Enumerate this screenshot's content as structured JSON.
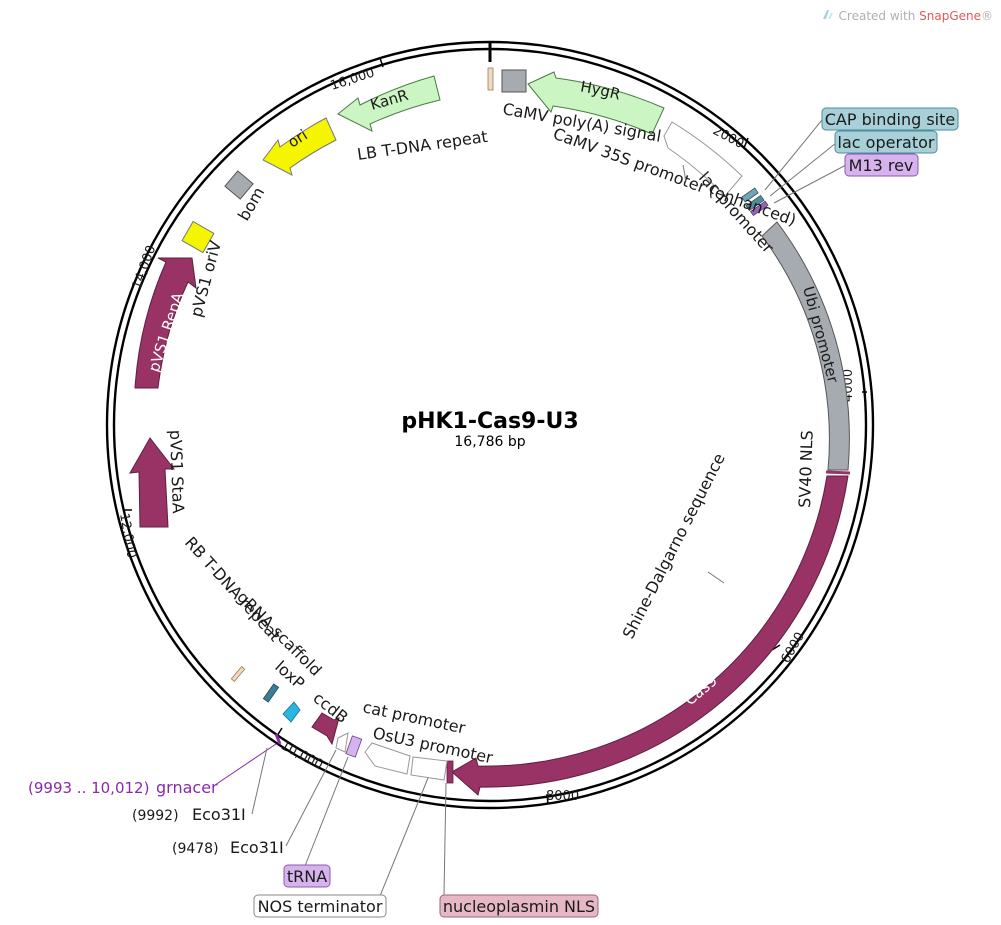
{
  "credit": {
    "prefix": "Created with ",
    "brand": "SnapGene",
    "suffix": "®"
  },
  "plasmid": {
    "name": "pHK1-Cas9-U3",
    "size": "16,786 bp"
  },
  "ticks": [
    "2000",
    "4000",
    "6000",
    "8000",
    "10,000",
    "12,000",
    "14,000",
    "16,000"
  ],
  "features": {
    "hygr": "HygR",
    "cas9": "Cas9",
    "kanr": "KanR",
    "ori": "ori",
    "ccdb": "ccdB",
    "pvs1_repa": "pVS1 RepA",
    "pvs1_staa": "pVS1 StaA",
    "bom": "bom",
    "pvs1_oriv": "pVS1 oriV",
    "lb_repeat": "LB T-DNA repeat",
    "camv_polya": "CaMV poly(A) signal",
    "camv_35s": "CaMV 35S promoter (enhanced)",
    "lac_promoter": "lac promoter",
    "ubi_promoter": "Ubi promoter",
    "sv40_nls": "SV40 NLS",
    "shine_dalgarno": "Shine-Dalgarno sequence",
    "cat_promoter": "cat promoter",
    "osu3_promoter": "OsU3 promoter",
    "loxp": "loxP",
    "gRNA_scaffold": "gRNA scaffold",
    "rb_repeat": "RB T-DNA repeat"
  },
  "boxed_labels": {
    "cap_site": "CAP binding site",
    "lac_operator": "lac operator",
    "m13_rev": "M13 rev",
    "trna": "tRNA",
    "nos_terminator": "NOS terminator",
    "nucleoplasmin_nls": "nucleoplasmin NLS"
  },
  "sites": {
    "grnacer_range": "(9993 .. 10,012)",
    "grnacer": "grnacer",
    "eco31i_a_pos": "(9992)",
    "eco31i_a": "Eco31I",
    "eco31i_b_pos": "(9478)",
    "eco31i_b": "Eco31I"
  },
  "colors": {
    "hygr": "#ccf5c4",
    "kanr": "#ccf5c4",
    "ori": "#f5f500",
    "magenta": "#993366",
    "grey": "#a6abb1",
    "cap_box": "#a8d0d8",
    "m13_box": "#d6b3ec",
    "trna_box": "#d6b3ec",
    "nls_box": "#e6b8c6",
    "grnacer": "#8a2aa8",
    "loxp": "#29b6e3"
  }
}
